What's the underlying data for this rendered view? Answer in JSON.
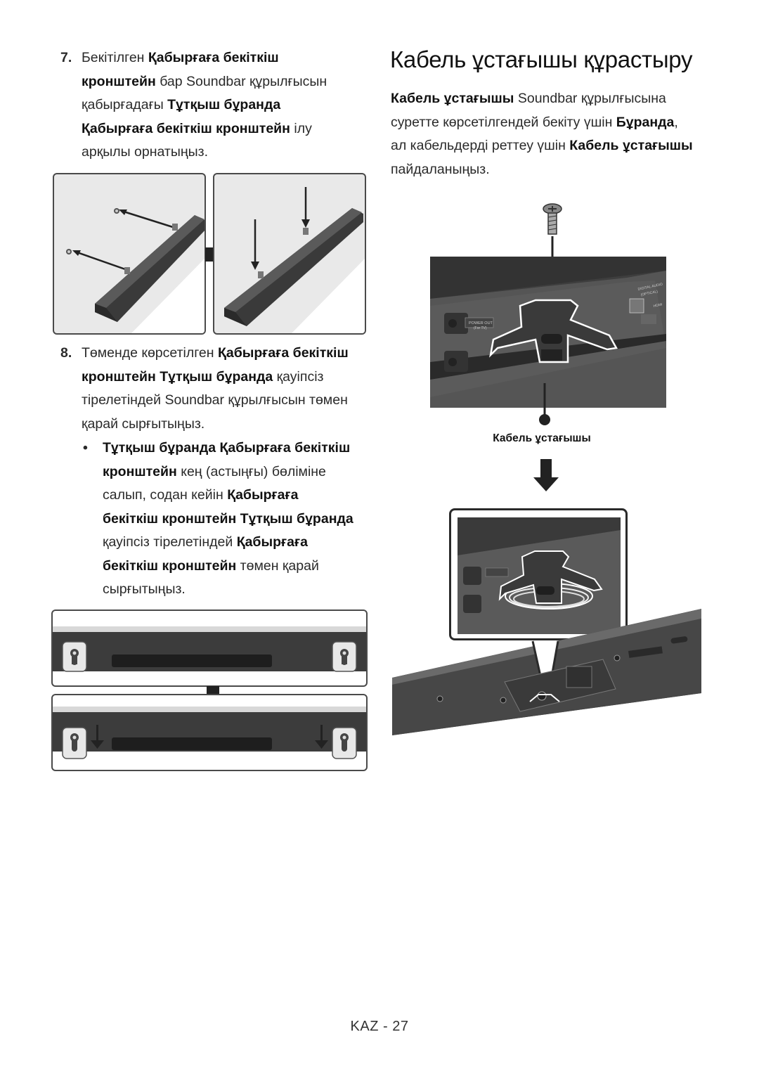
{
  "step7": {
    "number": "7.",
    "line1_a": "Бекітілген ",
    "line1_b": "Қабырғаға бекіткіш",
    "line2_a": "кронштейн",
    "line2_b": " бар Soundbar құрылғысын",
    "line3_a": "қабырғадағы ",
    "line3_b": "Тұтқыш бұранда",
    "line4_a": "Қабырғаға бекіткіш кронштейн",
    "line4_b": " ілу",
    "line5": "арқылы орнатыңыз."
  },
  "step8": {
    "number": "8.",
    "line1_a": "Төменде көрсетілген ",
    "line1_b": "Қабырғаға бекіткіш",
    "line2_a": "кронштейн Тұтқыш бұранда",
    "line2_b": " қауіпсіз",
    "line3": "тірелетіндей Soundbar құрылғысын төмен",
    "line4": "қарай сырғытыңыз."
  },
  "bullet": {
    "symbol": "•",
    "line1": "Тұтқыш бұранда Қабырғаға бекіткіш",
    "line2_a": "кронштейн",
    "line2_b": " кең (астыңғы) бөліміне",
    "line3_a": "салып, содан кейін ",
    "line3_b": "Қабырғаға",
    "line4": "бекіткіш кронштейн Тұтқыш бұранда",
    "line5_a": "қауіпсіз тірелетіндей ",
    "line5_b": "Қабырғаға",
    "line6_a": "бекіткіш кронштейн",
    "line6_b": " төмен қарай",
    "line7": "сырғытыңыз."
  },
  "section": {
    "title": "Кабель ұстағышы құрастыру",
    "line1_a": "Кабель ұстағышы",
    "line1_b": " Soundbar құрылғысына",
    "line2_a": "суретте көрсетілгендей бекіту үшін ",
    "line2_b": "Бұранда",
    "line2_c": ",",
    "line3_a": "ал кабельдерді реттеу үшін ",
    "line3_b": "Кабель ұстағышы",
    "line4": "пайдаланыңыз."
  },
  "figure_caption": "Кабель ұстағышы",
  "panel_labels": {
    "power_out": "POWER OUT",
    "for_tv": "(For TV)",
    "digital_audio": "DIGITAL AUDIO",
    "optical": "(OPTICAL)",
    "hdmi": "HDMI"
  },
  "footer": "KAZ - 27"
}
